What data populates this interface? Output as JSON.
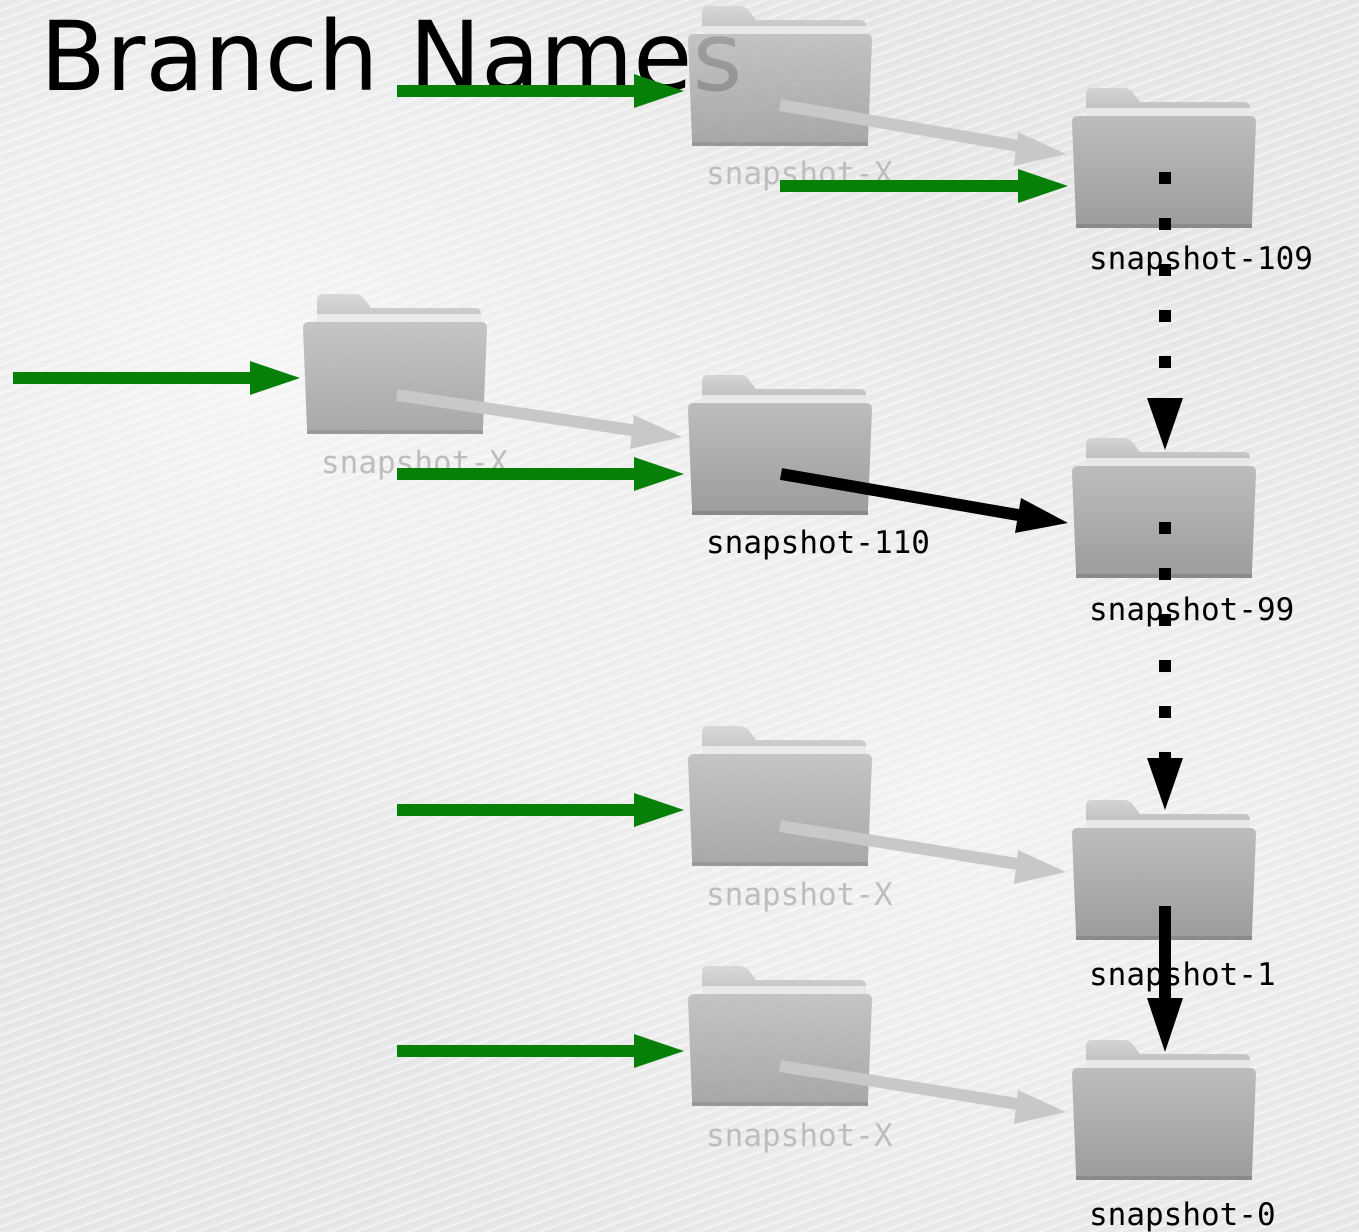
{
  "title": "Branch Names",
  "colors": {
    "branch_arrow": "#068006",
    "faded_arrow": "#c8c8c8",
    "history_arrow": "#000000",
    "folder": "#a9a9a9",
    "faded_label": "#bdbdbd"
  },
  "icons": [
    "folder-icon"
  ],
  "snapshots": {
    "faded_top": "snapshot-X",
    "faded_mid": "snapshot-X",
    "snap_110": "snapshot-110",
    "snap_109": "snapshot-109",
    "snap_99": "snapshot-99",
    "faded_low": "snapshot-X",
    "snap_1": "snapshot-1",
    "faded_bottom": "snapshot-X",
    "snap_0": "snapshot-0"
  }
}
